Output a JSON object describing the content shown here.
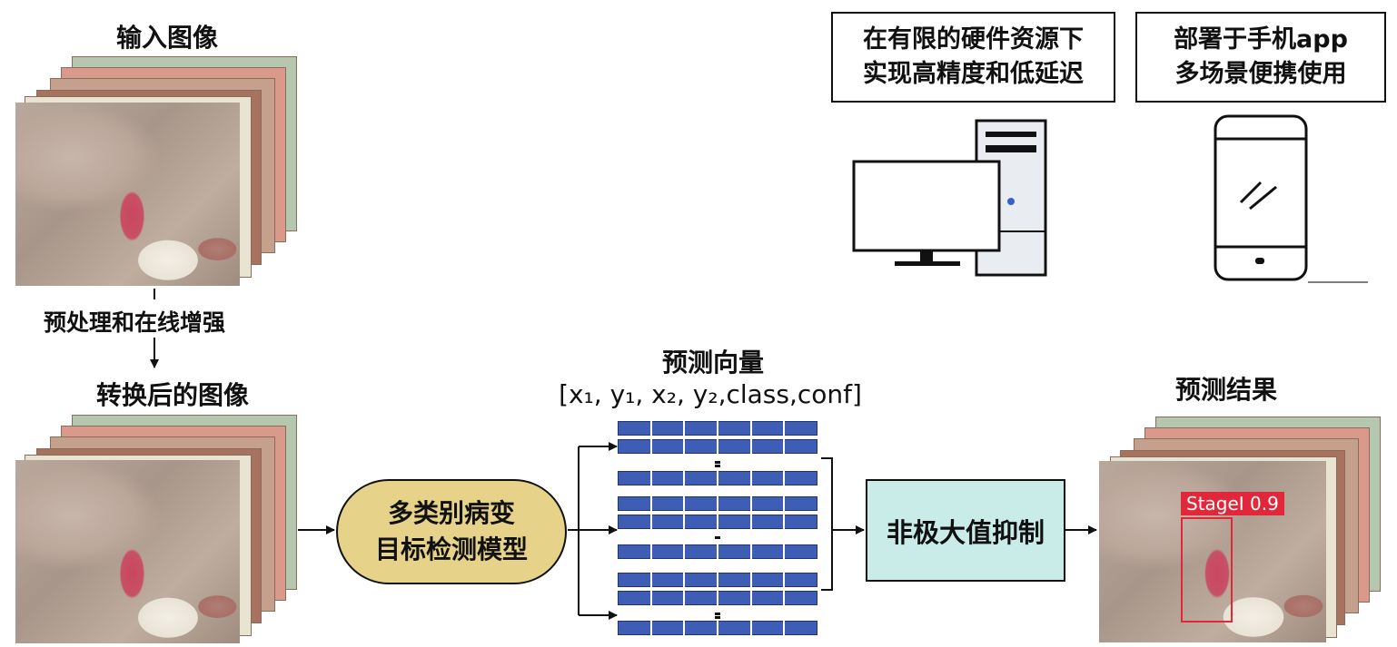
{
  "input_stack": {
    "title": "输入图像"
  },
  "transform_step": {
    "label": "预处理和在线增强"
  },
  "transformed_stack": {
    "title": "转换后的图像"
  },
  "model": {
    "line1": "多类别病变",
    "line2": "目标检测模型"
  },
  "prediction_vector": {
    "title": "预测向量",
    "format": "[x₁, y₁, x₂, y₂,class,conf]"
  },
  "nms": {
    "label": "非极大值抑制"
  },
  "result": {
    "title": "预测结果",
    "detection_label": "StageI 0.9"
  },
  "deploy_pc": {
    "line1": "在有限的硬件资源下",
    "line2": "实现高精度和低延迟"
  },
  "deploy_phone": {
    "line1": "部署于手机app",
    "line2": "多场景便携使用"
  },
  "colors": {
    "model_fill": "#e6d389",
    "nms_fill": "#c9ece8",
    "vector_cell": "#3e5db4",
    "pc_accent": "#3361d1",
    "detection_red": "#e0283a"
  }
}
